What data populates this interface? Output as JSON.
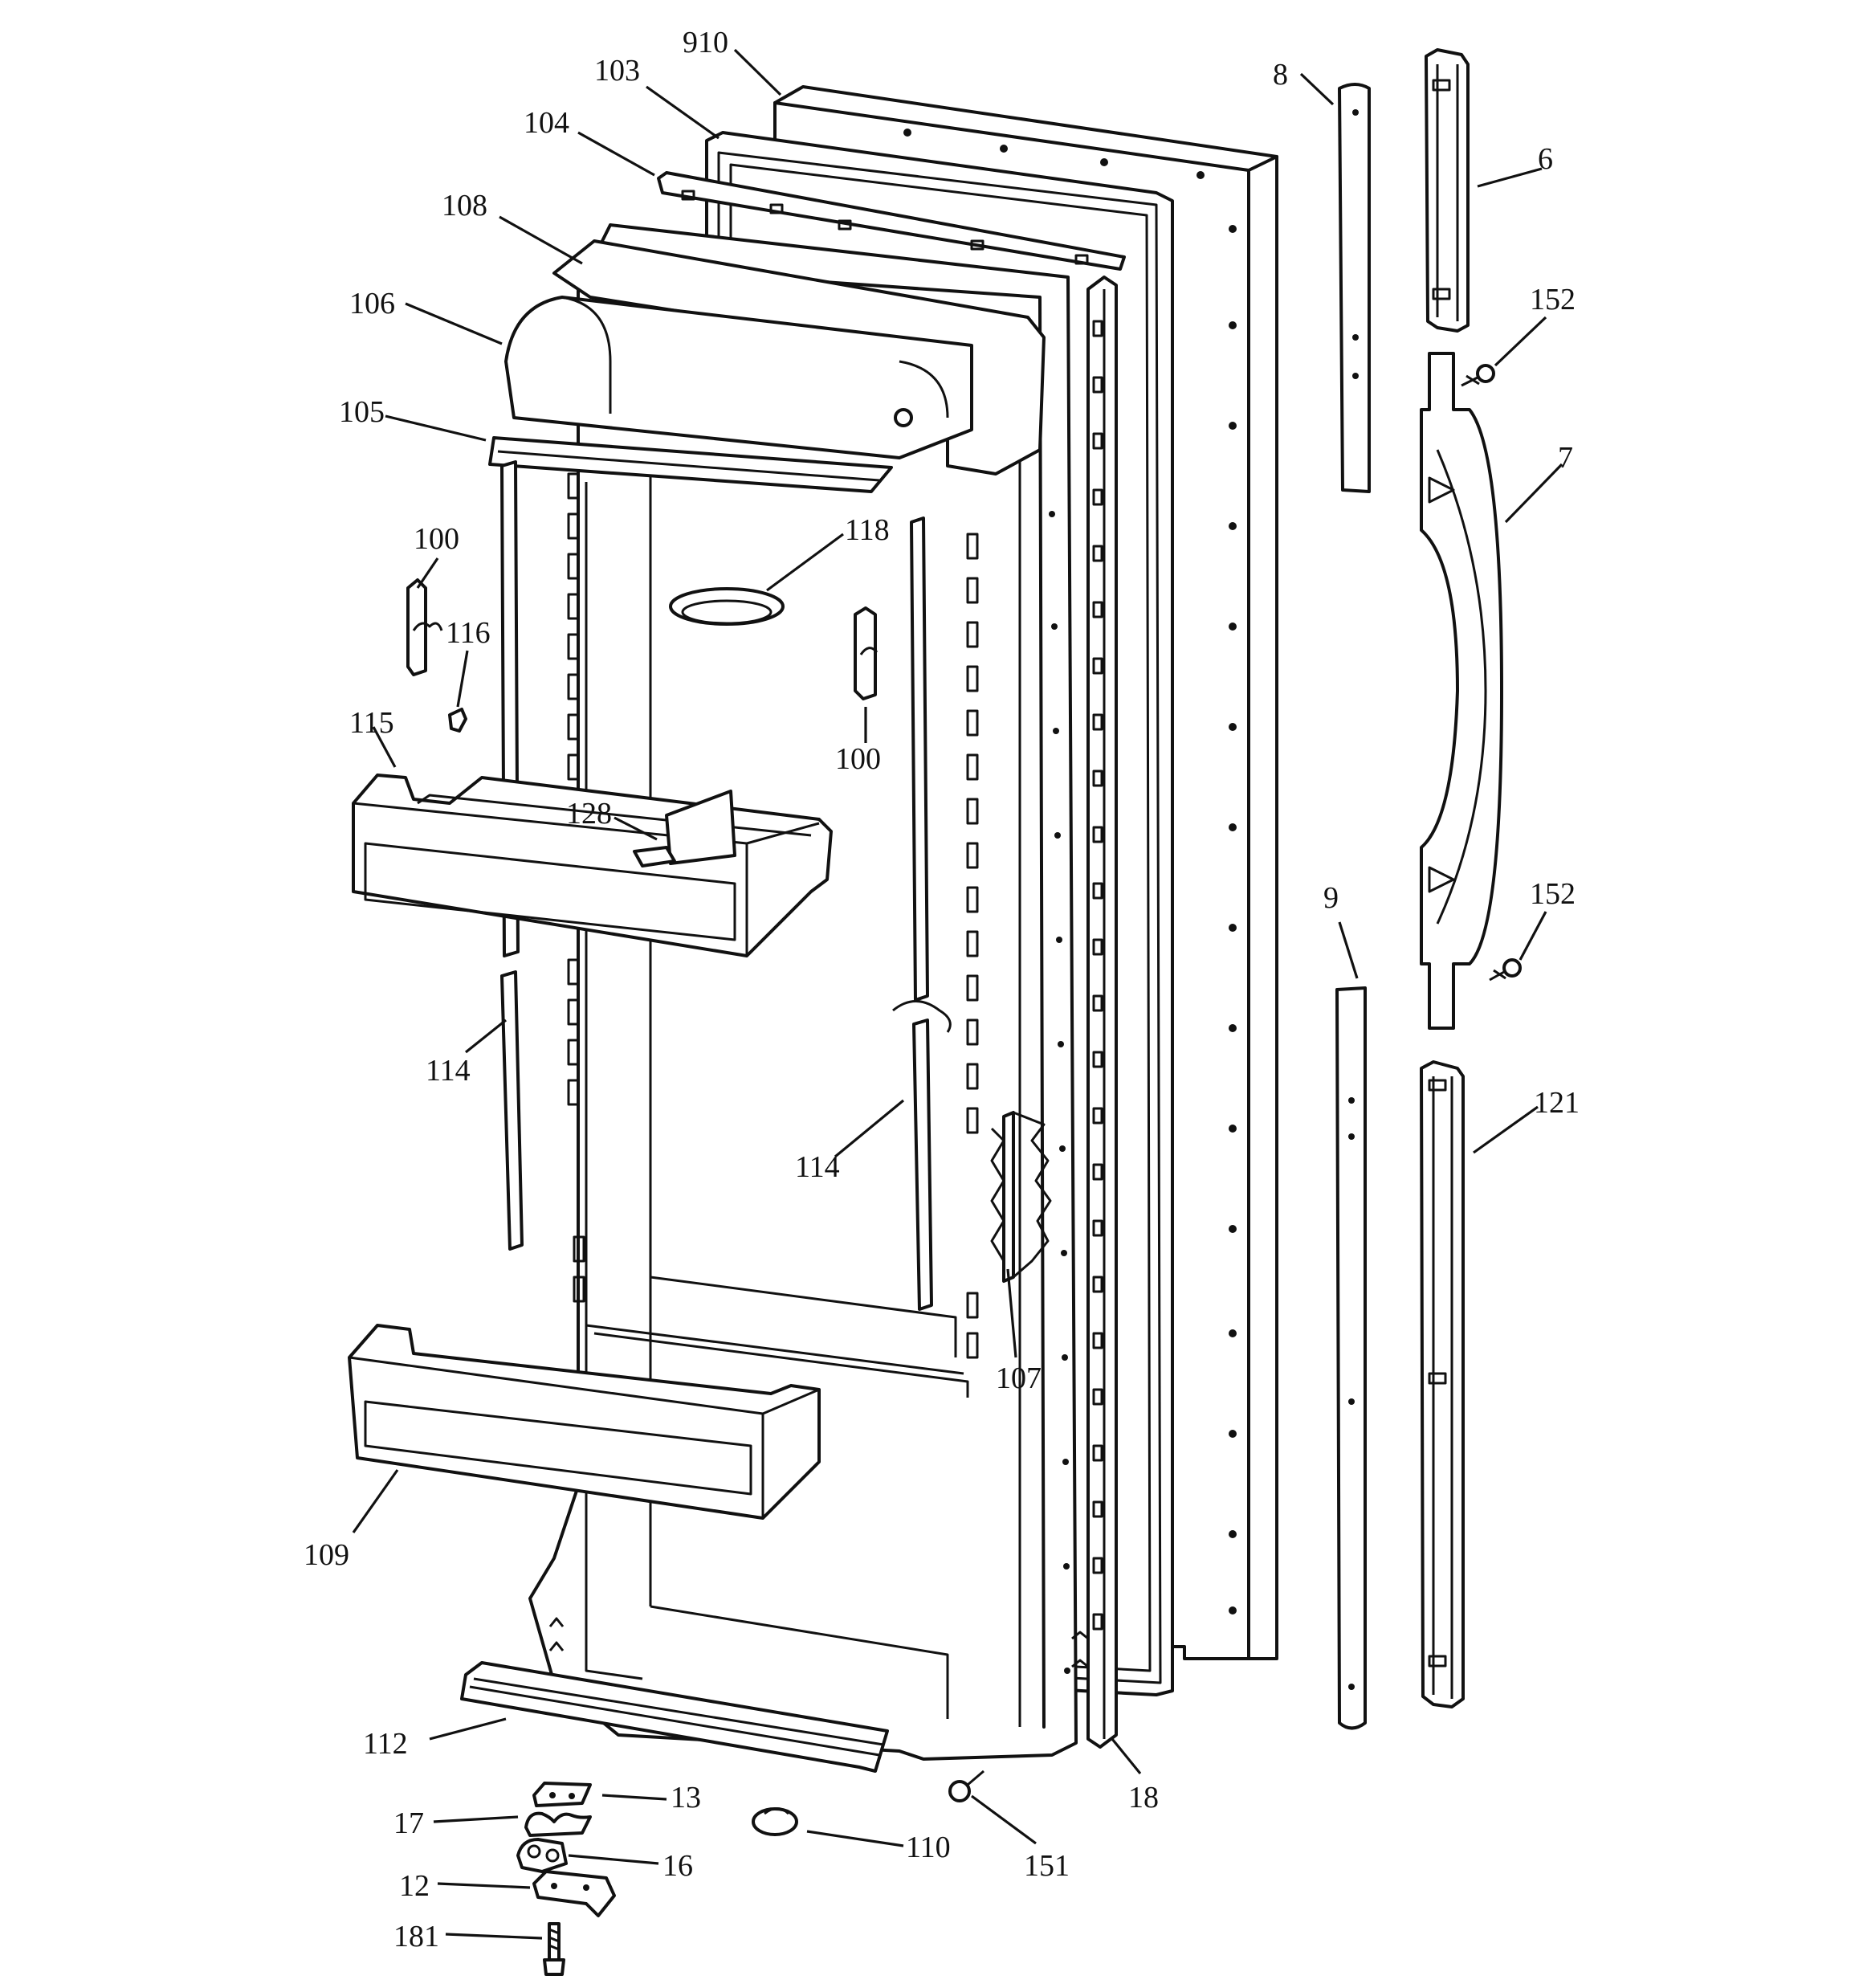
{
  "parts": [
    {
      "id": "p910",
      "label": "910"
    },
    {
      "id": "p103",
      "label": "103"
    },
    {
      "id": "p104",
      "label": "104"
    },
    {
      "id": "p108",
      "label": "108"
    },
    {
      "id": "p106",
      "label": "106"
    },
    {
      "id": "p105",
      "label": "105"
    },
    {
      "id": "p118",
      "label": "118"
    },
    {
      "id": "p100a",
      "label": "100"
    },
    {
      "id": "p116",
      "label": "116"
    },
    {
      "id": "p100b",
      "label": "100"
    },
    {
      "id": "p115",
      "label": "115"
    },
    {
      "id": "p128",
      "label": "128"
    },
    {
      "id": "p114a",
      "label": "114"
    },
    {
      "id": "p114b",
      "label": "114"
    },
    {
      "id": "p107",
      "label": "107"
    },
    {
      "id": "p109",
      "label": "109"
    },
    {
      "id": "p112",
      "label": "112"
    },
    {
      "id": "p18",
      "label": "18"
    },
    {
      "id": "p13",
      "label": "13"
    },
    {
      "id": "p17",
      "label": "17"
    },
    {
      "id": "p16",
      "label": "16"
    },
    {
      "id": "p12",
      "label": "12"
    },
    {
      "id": "p181",
      "label": "181"
    },
    {
      "id": "p110",
      "label": "110"
    },
    {
      "id": "p151",
      "label": "151"
    },
    {
      "id": "p8",
      "label": "8"
    },
    {
      "id": "p6",
      "label": "6"
    },
    {
      "id": "p152a",
      "label": "152"
    },
    {
      "id": "p7",
      "label": "7"
    },
    {
      "id": "p152b",
      "label": "152"
    },
    {
      "id": "p9",
      "label": "9"
    },
    {
      "id": "p121",
      "label": "121"
    }
  ]
}
